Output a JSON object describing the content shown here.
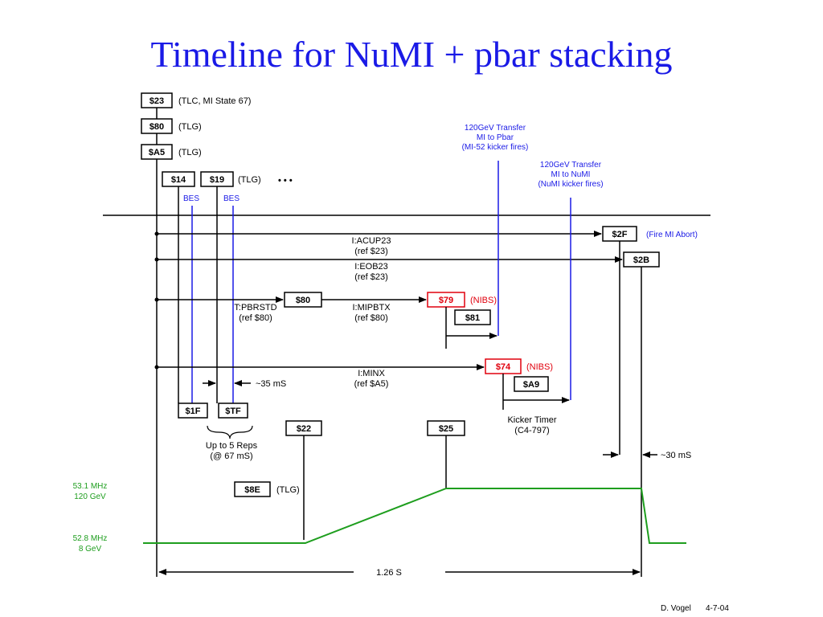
{
  "title": "Timeline for NuMI + pbar stacking",
  "events_top": {
    "e23": "$23",
    "e23_note": "(TLC, MI State 67)",
    "e80": "$80",
    "e80_note": "(TLG)",
    "eA5": "$A5",
    "eA5_note": "(TLG)",
    "e14": "$14",
    "e19": "$19",
    "e14_19_note": "(TLG)",
    "dots": "• • •",
    "bes1": "BES",
    "bes2": "BES"
  },
  "transfers": {
    "pbar": [
      "120GeV Transfer",
      "MI to Pbar",
      "(MI-52 kicker fires)"
    ],
    "numi": [
      "120GeV Transfer",
      "MI to NuMI",
      "(NuMI kicker fires)"
    ]
  },
  "timeline_boxes": {
    "e2F": "$2F",
    "e2F_note": "(Fire MI Abort)",
    "e2B": "$2B",
    "e80b": "$80",
    "e79": "$79",
    "e79_note": "(NIBS)",
    "e81": "$81",
    "e74": "$74",
    "e74_note": "(NIBS)",
    "eA9": "$A9",
    "e1F": "$1F",
    "eTF": "$TF",
    "e22": "$22",
    "e25": "$25",
    "e8E": "$8E",
    "e8E_note": "(TLG)"
  },
  "timers": {
    "acup23": [
      "I:ACUP23",
      "(ref $23)"
    ],
    "eob23": [
      "I:EOB23",
      "(ref $23)"
    ],
    "pbrstd": [
      "T:PBRSTD",
      "(ref $80)"
    ],
    "mipbtx": [
      "I:MIPBTX",
      "(ref $80)"
    ],
    "minx": [
      "I:MINX",
      "(ref $A5)"
    ],
    "kicker": [
      "Kicker Timer",
      "(C4-797)"
    ]
  },
  "intervals": {
    "ms35": "~35 mS",
    "ms30": "~30 mS",
    "reps": [
      "Up to 5 Reps",
      "(@ 67 mS)"
    ],
    "total": "1.26 S"
  },
  "energy": {
    "high": [
      "53.1 MHz",
      "120 GeV"
    ],
    "low": [
      "52.8 MHz",
      "8 GeV"
    ]
  },
  "footer": {
    "author": "D. Vogel",
    "date": "4-7-04"
  },
  "colors": {
    "title": "#1a1ae6",
    "blue_lines": "#1a1ae6",
    "red_boxes": "#e0000d",
    "ramp": "#1e9e1e"
  }
}
